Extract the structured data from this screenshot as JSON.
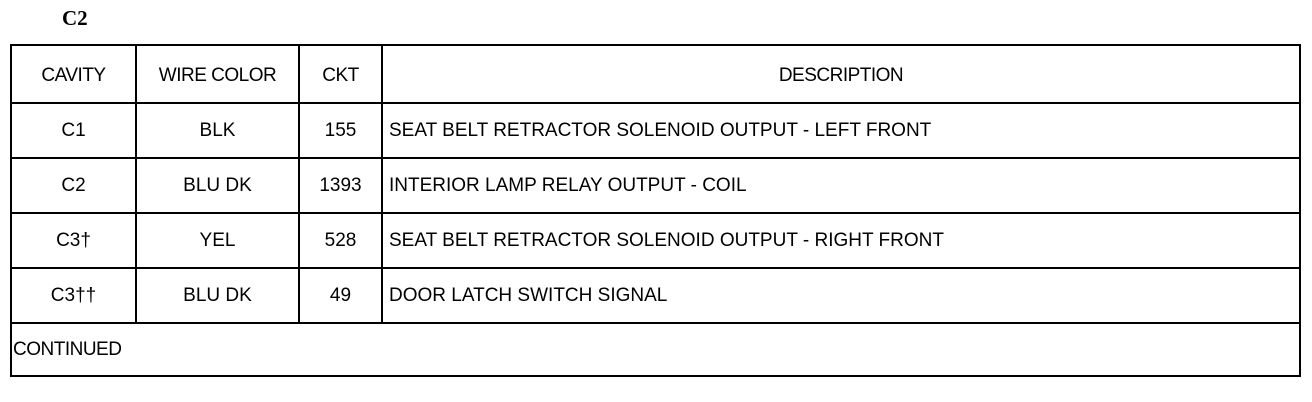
{
  "connector": {
    "label": "C2"
  },
  "table": {
    "headers": {
      "cavity": "CAVITY",
      "wire_color": "WIRE COLOR",
      "ckt": "CKT",
      "description": "DESCRIPTION"
    },
    "rows": [
      {
        "cavity": "C1",
        "wire_color": "BLK",
        "ckt": "155",
        "description": "SEAT BELT RETRACTOR SOLENOID OUTPUT - LEFT FRONT"
      },
      {
        "cavity": "C2",
        "wire_color": "BLU DK",
        "ckt": "1393",
        "description": "INTERIOR LAMP RELAY OUTPUT - COIL"
      },
      {
        "cavity": "C3†",
        "wire_color": "YEL",
        "ckt": "528",
        "description": "SEAT BELT RETRACTOR SOLENOID OUTPUT - RIGHT FRONT"
      },
      {
        "cavity": "C3††",
        "wire_color": "BLU DK",
        "ckt": "49",
        "description": "DOOR LATCH SWITCH SIGNAL"
      }
    ],
    "footer": "CONTINUED"
  }
}
